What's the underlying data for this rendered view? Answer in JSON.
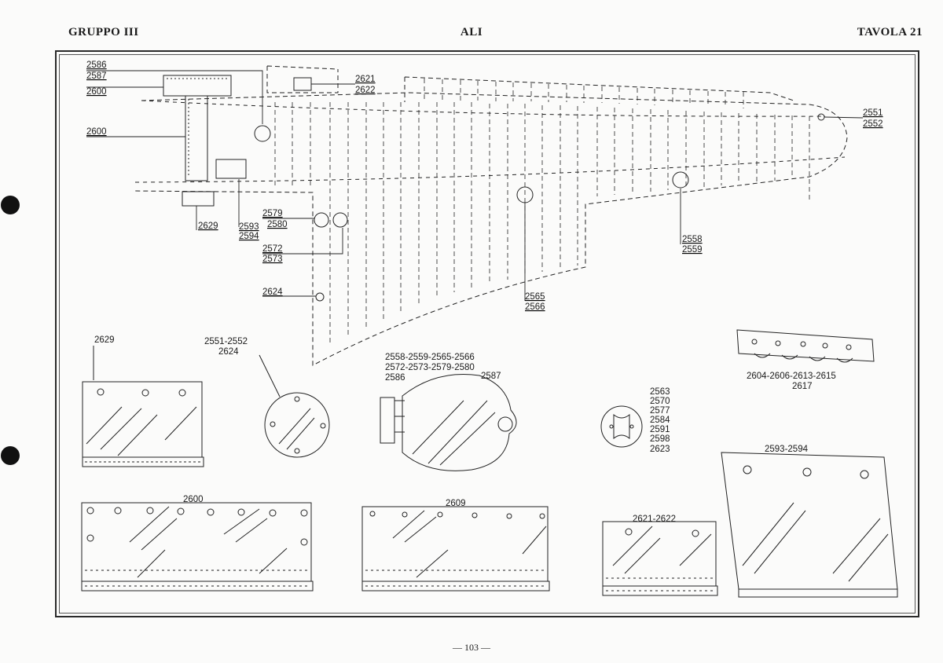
{
  "header": {
    "left": "GRUPPO III",
    "center": "ALI",
    "right": "TAVOLA 21"
  },
  "page_number": "— 103 —",
  "callouts": {
    "c2586": "2586",
    "c2587": "2587",
    "c2600a": "2600",
    "c2600b": "2600",
    "c2621": "2621",
    "c2622": "2622",
    "c2551": "2551",
    "c2552": "2552",
    "c2579": "2579",
    "c2580": "2580",
    "c2572": "2572",
    "c2573": "2573",
    "c2593": "2593",
    "c2594": "2594",
    "c2629": "2629",
    "c2624": "2624",
    "c2558": "2558",
    "c2559": "2559",
    "c2565": "2565",
    "c2566": "2566"
  },
  "parts": {
    "p2629": "2629",
    "p2551_2552": "2551-2552",
    "p2624": "2624",
    "group_line1": "2558-2559-2565-2566",
    "group_line2": "2572-2573-2579-2580",
    "group_2586": "2586",
    "group_2587": "2587",
    "bracket_line1": "2604-2606-2613-2615",
    "bracket_line2": "2617",
    "inspect_list": [
      "2563",
      "2570",
      "2577",
      "2584",
      "2591",
      "2598",
      "2623"
    ],
    "p2593_2594": "2593-2594",
    "p2600": "2600",
    "p2609": "2609",
    "p2621_2622": "2621-2622"
  }
}
